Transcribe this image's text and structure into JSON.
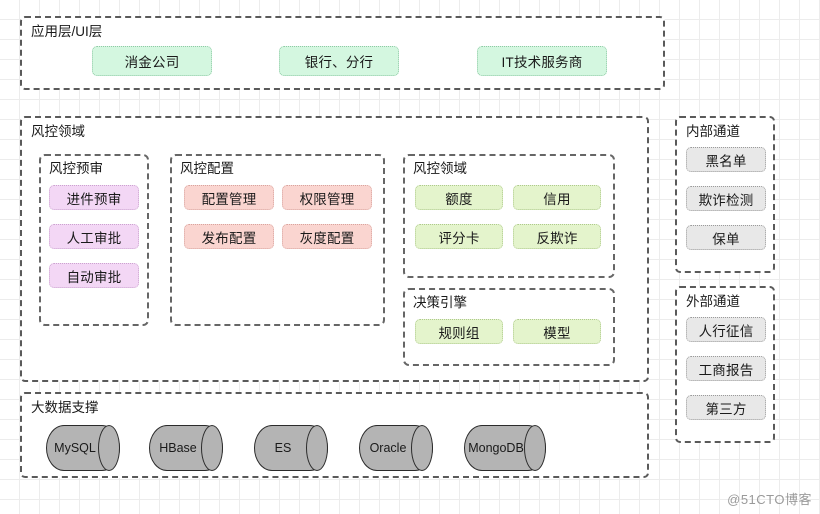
{
  "diagram": {
    "watermark": "@51CTO博客",
    "colors": {
      "mint": "#d4f7e0",
      "purple": "#f3d7f5",
      "pink": "#fad5d0",
      "lime": "#e4f4cc",
      "grey": "#e8e8e8",
      "cylinder": "#b4b4b4",
      "border": "#5a5a5a"
    },
    "app_layer": {
      "title": "应用层/UI层",
      "nodes": [
        {
          "label": "消金公司"
        },
        {
          "label": "银行、分行"
        },
        {
          "label": "IT技术服务商"
        }
      ]
    },
    "risk_domain": {
      "title": "风控领域",
      "pre_audit": {
        "title": "风控预审",
        "nodes": [
          {
            "label": "进件预审"
          },
          {
            "label": "人工审批"
          },
          {
            "label": "自动审批"
          }
        ]
      },
      "config": {
        "title": "风控配置",
        "nodes": [
          {
            "label": "配置管理"
          },
          {
            "label": "权限管理"
          },
          {
            "label": "发布配置"
          },
          {
            "label": "灰度配置"
          }
        ]
      },
      "domain": {
        "title": "风控领域",
        "nodes": [
          {
            "label": "额度"
          },
          {
            "label": "信用"
          },
          {
            "label": "评分卡"
          },
          {
            "label": "反欺诈"
          }
        ]
      },
      "decision_engine": {
        "title": "决策引擎",
        "nodes": [
          {
            "label": "规则组"
          },
          {
            "label": "模型"
          }
        ]
      }
    },
    "internal_channel": {
      "title": "内部通道",
      "nodes": [
        {
          "label": "黑名单"
        },
        {
          "label": "欺诈检测"
        },
        {
          "label": "保单"
        }
      ]
    },
    "external_channel": {
      "title": "外部通道",
      "nodes": [
        {
          "label": "人行征信"
        },
        {
          "label": "工商报告"
        },
        {
          "label": "第三方"
        }
      ]
    },
    "big_data": {
      "title": "大数据支撑",
      "nodes": [
        {
          "label": "MySQL"
        },
        {
          "label": "HBase"
        },
        {
          "label": "ES"
        },
        {
          "label": "Oracle"
        },
        {
          "label": "MongoDB"
        }
      ]
    }
  }
}
